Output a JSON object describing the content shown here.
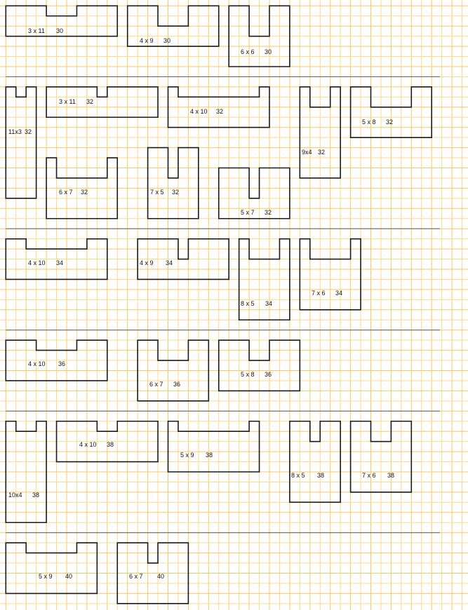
{
  "colors": {
    "grid": "#fcd98c",
    "grid_strong": "#f9c766",
    "outline": "#1a1a1a",
    "separator": "#6e6a66",
    "background": "#ffffff"
  },
  "shapes": [
    {
      "dims": "3 x 11",
      "value": "30"
    },
    {
      "dims": "4 x 9",
      "value": "30"
    },
    {
      "dims": "6 x 6",
      "value": "30"
    },
    {
      "dims": "11x3",
      "value": "32"
    },
    {
      "dims": "3 x 11",
      "value": "32"
    },
    {
      "dims": "4 x 10",
      "value": "32"
    },
    {
      "dims": "9x4",
      "value": "32"
    },
    {
      "dims": "5 x 8",
      "value": "32"
    },
    {
      "dims": "6 x 7",
      "value": "32"
    },
    {
      "dims": "7 x 5",
      "value": "32"
    },
    {
      "dims": "5 x 7",
      "value": "32"
    },
    {
      "dims": "4 x 10",
      "value": "34"
    },
    {
      "dims": "4 x 9",
      "value": "34"
    },
    {
      "dims": "8 x 5",
      "value": "34"
    },
    {
      "dims": "7 x 6",
      "value": "34"
    },
    {
      "dims": "4 x 10",
      "value": "36"
    },
    {
      "dims": "6 x 7",
      "value": "36"
    },
    {
      "dims": "5 x 8",
      "value": "36"
    },
    {
      "dims": "10x4",
      "value": "38"
    },
    {
      "dims": "4 x 10",
      "value": "38"
    },
    {
      "dims": "5 x 9",
      "value": "38"
    },
    {
      "dims": "8 x 5",
      "value": "38"
    },
    {
      "dims": "7 x 6",
      "value": "38"
    },
    {
      "dims": "5 x 9",
      "value": "40"
    },
    {
      "dims": "6 x 7",
      "value": "40"
    }
  ]
}
